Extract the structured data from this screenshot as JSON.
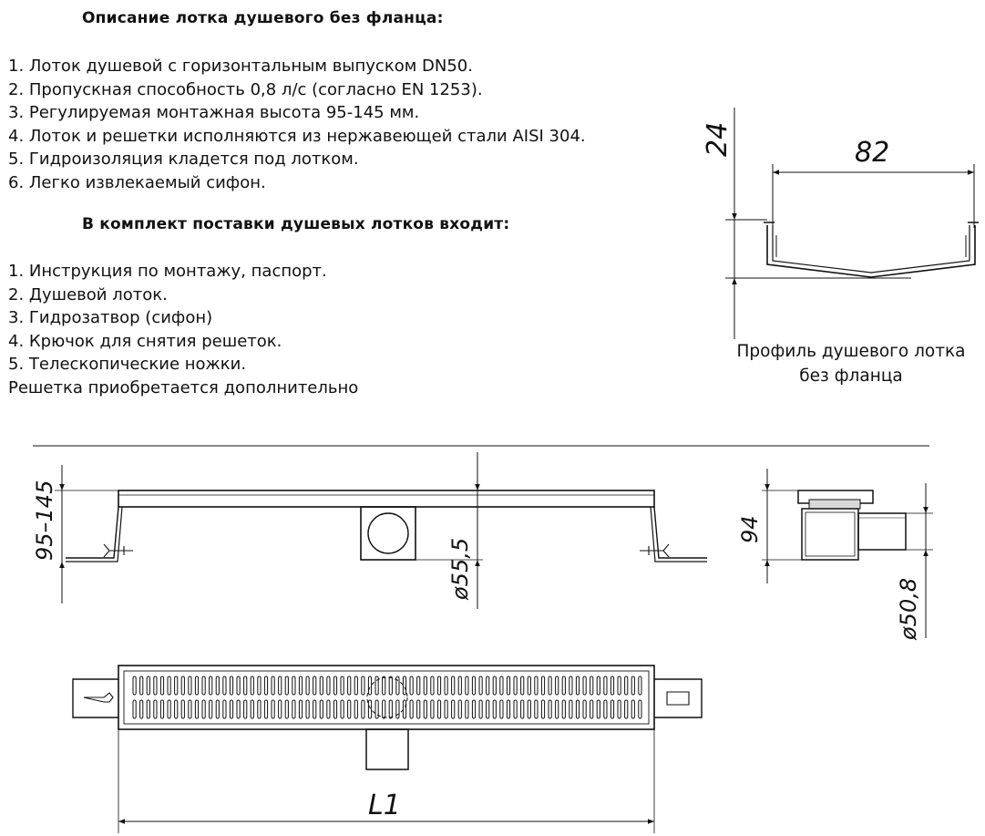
{
  "description": {
    "heading": "Описание лотка душевого без фланца:",
    "items": [
      "1. Лоток душевой с горизонтальным выпуском DN50.",
      "2. Пропускная способность 0,8 л/с (согласно EN 1253).",
      "3. Регулируемая монтажная высота 95-145 мм.",
      "4. Лоток и решетки исполняются из нержавеющей стали AISI 304.",
      "5. Гидроизоляция кладется под лотком.",
      "6. Легко извлекаемый сифон."
    ]
  },
  "package": {
    "heading": "В комплект поставки душевых лотков входит:",
    "items": [
      "1. Инструкция по монтажу, паспорт.",
      "2. Душевой лоток.",
      "3. Гидрозатвор (сифон)",
      "4. Крючок для снятия решеток.",
      "5. Телескопические ножки."
    ],
    "note": "Решетка приобретается дополнительно"
  },
  "profile": {
    "caption_line1": "Профиль душевого лотка",
    "caption_line2": "без фланца",
    "dim_width": "82",
    "dim_height": "24"
  },
  "side_view": {
    "dim_height": "95–145",
    "dim_diameter": "ø55,5"
  },
  "end_view": {
    "dim_height": "94",
    "dim_diameter": "ø50,8"
  },
  "top_view": {
    "dim_length": "L1"
  }
}
